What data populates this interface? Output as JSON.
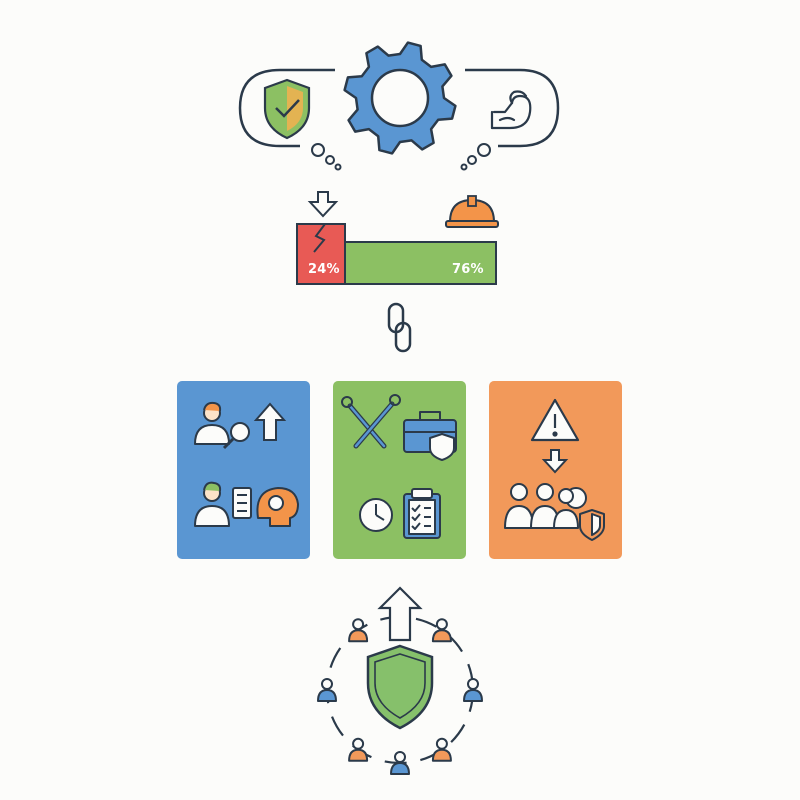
{
  "colors": {
    "outline": "#2b3a4a",
    "blue": "#5a96d2",
    "green": "#8cc063",
    "orange": "#f2995a",
    "red": "#e85a55",
    "helmet": "#f39449",
    "shield_green": "#86c06b"
  },
  "split_bar": {
    "left_value": 0.24,
    "left_label": "24%",
    "right_label": "76%"
  },
  "icons": {
    "top": [
      "shield-check-icon",
      "gear-icon",
      "strong-arm-icon"
    ],
    "middle": [
      "down-arrow-icon",
      "hard-hat-icon",
      "chain-link-icon"
    ],
    "panel_blue": [
      "person-search-icon",
      "up-arrow-icon",
      "person-brain-icon"
    ],
    "panel_green": [
      "wrench-screwdriver-icon",
      "toolbox-shield-icon",
      "clock-icon",
      "checklist-icon"
    ],
    "panel_orange": [
      "warning-triangle-icon",
      "down-arrow-icon",
      "team-shield-icon"
    ],
    "bottom": [
      "up-arrow-icon",
      "shield-icon",
      "people-circle-icon"
    ]
  }
}
